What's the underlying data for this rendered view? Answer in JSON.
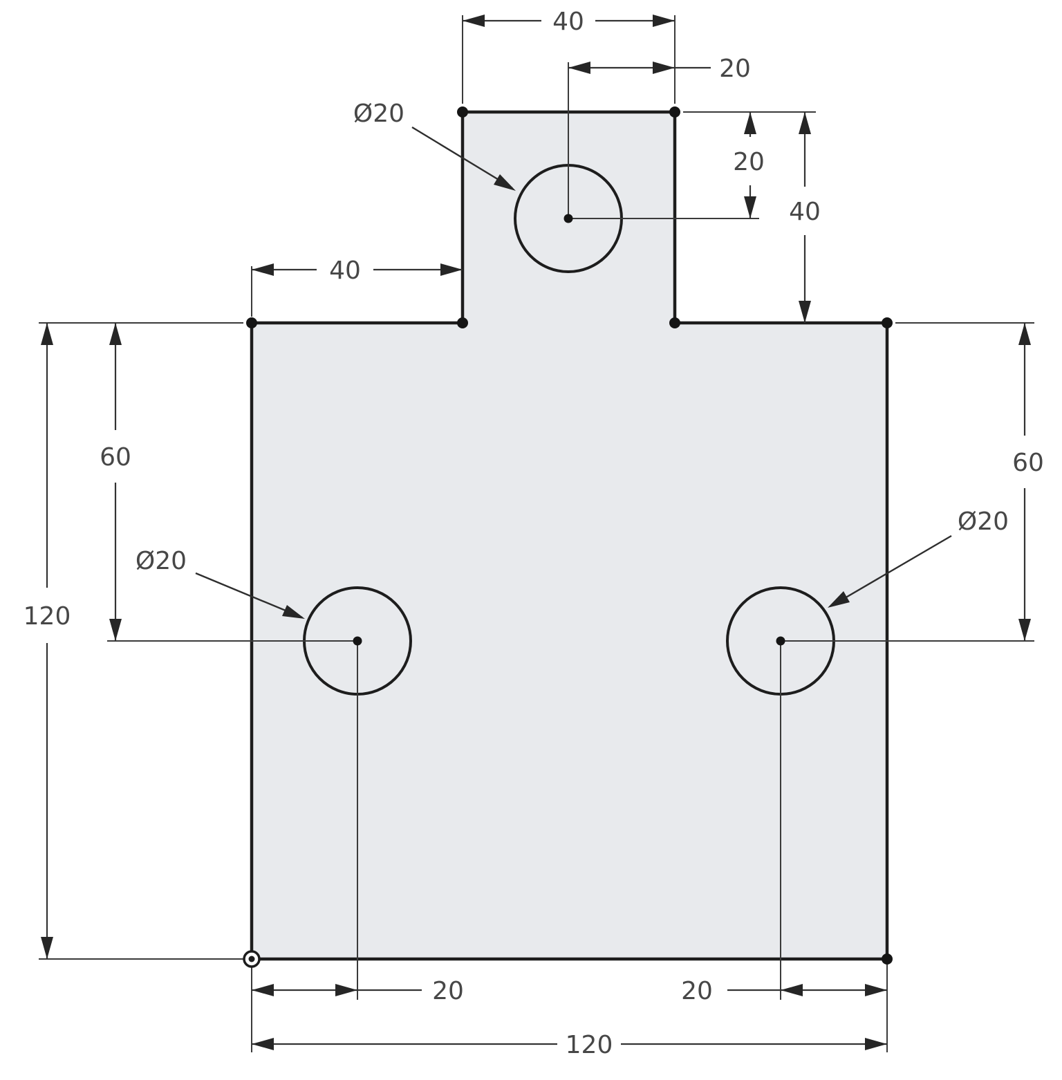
{
  "drawing": {
    "type": "dimensioned-part-drawing",
    "colors": {
      "part_fill": "#e8eaed",
      "outline": "#1d1d1d",
      "dimension_lines": "#333333",
      "dimension_text": "#474747",
      "background": "#ffffff"
    },
    "labels": {
      "tab_width": "40",
      "tab_hole_offset": "20",
      "hole_top_diameter": "Ø20",
      "tab_hole_depth": "20",
      "tab_height": "40",
      "left_shoulder_width": "40",
      "left_hole_drop": "60",
      "overall_height": "120",
      "right_hole_drop": "60",
      "hole_left_diameter": "Ø20",
      "hole_right_diameter": "Ø20",
      "bottom_left_hole_offset": "20",
      "bottom_right_hole_offset": "20",
      "overall_width": "120"
    }
  }
}
